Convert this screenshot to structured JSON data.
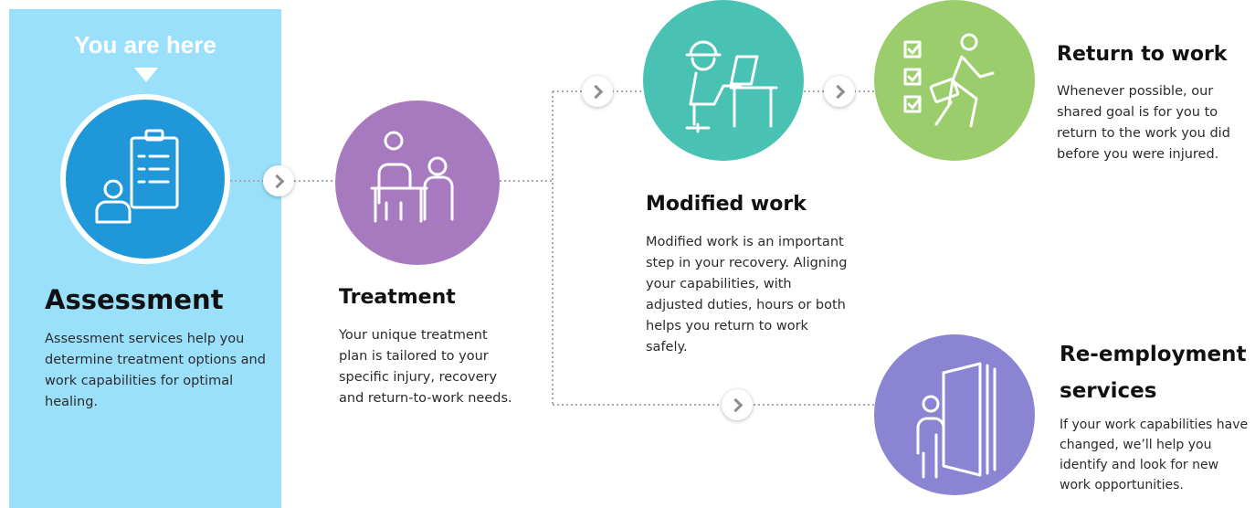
{
  "you_are_here": "You are here",
  "steps": {
    "assessment": {
      "title": "Assessment",
      "description": "Assessment services help you determine treatment options and work capabilities for optimal healing.",
      "color": "#1f97d8",
      "icon": "clipboard-person-icon"
    },
    "treatment": {
      "title": "Treatment",
      "description": "Your unique treatment plan is tailored to your specific injury, recovery and return-to-work needs.",
      "color": "#a77ac0",
      "icon": "consultation-icon"
    },
    "modified_work": {
      "title": "Modified work",
      "description": "Modified work is an important step in your recovery. Aligning your capabilities, with adjusted duties, hours or both helps you return to work safely.",
      "color": "#49c2b3",
      "icon": "worker-at-desk-icon"
    },
    "return_to_work": {
      "title": "Return to work",
      "description": "Whenever possible, our shared goal is for you to return to the work you did before you were injured.",
      "color": "#9ccd6c",
      "icon": "checklist-walking-worker-icon"
    },
    "reemployment": {
      "title": "Re-employment services",
      "description": "If your work capabilities have changed, we’ll help you identify and look for new work opportunities.",
      "color": "#8a84d2",
      "icon": "person-door-icon"
    }
  },
  "panel_color": "#9be0fb"
}
